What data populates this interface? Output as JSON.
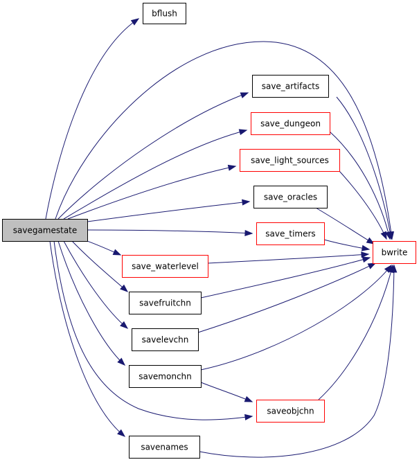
{
  "colors": {
    "edge": "#191970",
    "border_black": "#000000",
    "border_red": "#ff0000",
    "root_fill": "#bfbfbf",
    "node_fill": "#ffffff"
  },
  "nodes": [
    {
      "id": "savegamestate",
      "label": "savegamestate",
      "border": "border_black",
      "fill": "root_fill"
    },
    {
      "id": "bflush",
      "label": "bflush",
      "border": "border_black",
      "fill": "node_fill"
    },
    {
      "id": "save_artifacts",
      "label": "save_artifacts",
      "border": "border_black",
      "fill": "node_fill"
    },
    {
      "id": "save_dungeon",
      "label": "save_dungeon",
      "border": "border_red",
      "fill": "node_fill"
    },
    {
      "id": "save_light_sources",
      "label": "save_light_sources",
      "border": "border_red",
      "fill": "node_fill"
    },
    {
      "id": "save_oracles",
      "label": "save_oracles",
      "border": "border_black",
      "fill": "node_fill"
    },
    {
      "id": "save_timers",
      "label": "save_timers",
      "border": "border_red",
      "fill": "node_fill"
    },
    {
      "id": "save_waterlevel",
      "label": "save_waterlevel",
      "border": "border_red",
      "fill": "node_fill"
    },
    {
      "id": "savefruitchn",
      "label": "savefruitchn",
      "border": "border_black",
      "fill": "node_fill"
    },
    {
      "id": "savelevchn",
      "label": "savelevchn",
      "border": "border_black",
      "fill": "node_fill"
    },
    {
      "id": "savemonchn",
      "label": "savemonchn",
      "border": "border_black",
      "fill": "node_fill"
    },
    {
      "id": "saveobjchn",
      "label": "saveobjchn",
      "border": "border_red",
      "fill": "node_fill"
    },
    {
      "id": "savenames",
      "label": "savenames",
      "border": "border_black",
      "fill": "node_fill"
    },
    {
      "id": "bwrite",
      "label": "bwrite",
      "border": "border_red",
      "fill": "node_fill"
    }
  ],
  "edges": [
    {
      "from": "savegamestate",
      "to": "bflush"
    },
    {
      "from": "savegamestate",
      "to": "bwrite"
    },
    {
      "from": "savegamestate",
      "to": "save_artifacts"
    },
    {
      "from": "savegamestate",
      "to": "save_dungeon"
    },
    {
      "from": "savegamestate",
      "to": "save_light_sources"
    },
    {
      "from": "savegamestate",
      "to": "save_oracles"
    },
    {
      "from": "savegamestate",
      "to": "save_timers"
    },
    {
      "from": "savegamestate",
      "to": "save_waterlevel"
    },
    {
      "from": "savegamestate",
      "to": "savefruitchn"
    },
    {
      "from": "savegamestate",
      "to": "savelevchn"
    },
    {
      "from": "savegamestate",
      "to": "savemonchn"
    },
    {
      "from": "savegamestate",
      "to": "saveobjchn"
    },
    {
      "from": "savegamestate",
      "to": "savenames"
    },
    {
      "from": "save_artifacts",
      "to": "bwrite"
    },
    {
      "from": "save_dungeon",
      "to": "bwrite"
    },
    {
      "from": "save_light_sources",
      "to": "bwrite"
    },
    {
      "from": "save_oracles",
      "to": "bwrite"
    },
    {
      "from": "save_timers",
      "to": "bwrite"
    },
    {
      "from": "save_waterlevel",
      "to": "bwrite"
    },
    {
      "from": "savefruitchn",
      "to": "bwrite"
    },
    {
      "from": "savelevchn",
      "to": "bwrite"
    },
    {
      "from": "savemonchn",
      "to": "bwrite"
    },
    {
      "from": "savemonchn",
      "to": "saveobjchn"
    },
    {
      "from": "saveobjchn",
      "to": "bwrite"
    },
    {
      "from": "savenames",
      "to": "bwrite"
    }
  ]
}
